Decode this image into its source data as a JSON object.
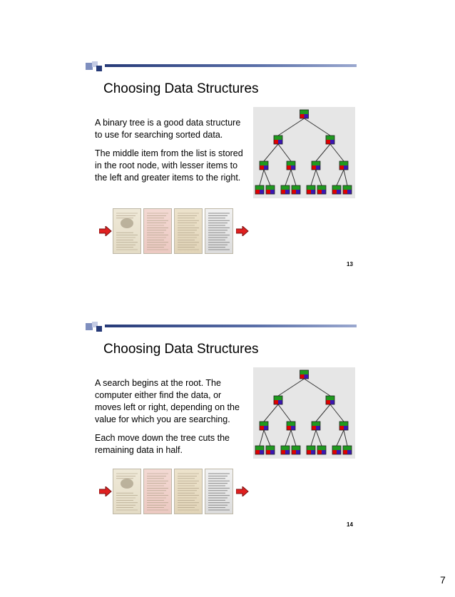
{
  "slides": [
    {
      "title": "Choosing Data Structures",
      "paragraphs": [
        "A binary tree is a good data structure to use for searching sorted data.",
        "The middle item from the list is stored in the root node, with lesser items to the left and greater items to the right."
      ],
      "slide_number": "13"
    },
    {
      "title": "Choosing Data Structures",
      "paragraphs": [
        "A search begins at the root.  The computer either find the data, or moves left or right, depending on the value for which you are searching.",
        "Each move down the tree cuts the remaining data in half."
      ],
      "slide_number": "14"
    }
  ],
  "page_number": "7",
  "colors": {
    "node_top": "#1f9a1f",
    "node_red": "#e00000",
    "node_blue": "#3b16b3",
    "arrow": "#e02020",
    "deco_bar": "#263a78"
  },
  "icons": [
    "binary-tree-diagram",
    "right-arrow-icon",
    "document-thumbnail"
  ]
}
